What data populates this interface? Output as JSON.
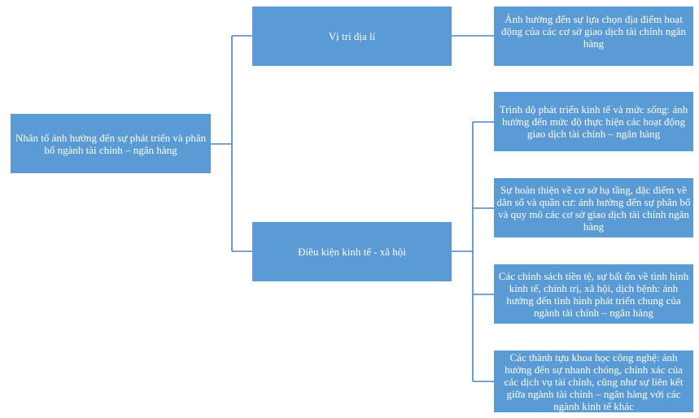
{
  "root": {
    "text": "Nhân tố ảnh hưởng đến sự phát triển và phân bố ngành tài chính – ngân hàng"
  },
  "branches": [
    {
      "label": "Vị trí địa lí",
      "details": [
        "Ảnh hưởng đến sự lựa chọn địa điểm hoạt động của các cơ sở giao dịch tài chính ngân hàng"
      ]
    },
    {
      "label": "Điều kiện kinh tế - xã hội",
      "details": [
        "Trình độ phát triển kinh tế và mức sống: ảnh hưởng đến mức độ thực hiện các hoạt động giao dịch tài chính – ngân hàng",
        "Sự hoàn thiện về cơ sở hạ tầng, đặc điểm về dân số và quần cư: ảnh hưởng đến sự phân bố và quy mô các cơ sở giao dịch tài chính ngân hàng",
        "Các chính sách tiền tệ, sự bất ổn về tình hình kinh tế, chính trị, xã hội, dịch bệnh: ảnh hưởng đến tình hình phát triển chung của ngành tài chính – ngân hàng",
        "Các thành tựu khoa học công nghệ: ảnh hưởng đến sự nhanh chóng, chính xác của các dịch vụ tài chính, cũng như sự liên kết giữa ngành tài chính – ngân hàng với các ngành kinh tế khác"
      ]
    }
  ]
}
